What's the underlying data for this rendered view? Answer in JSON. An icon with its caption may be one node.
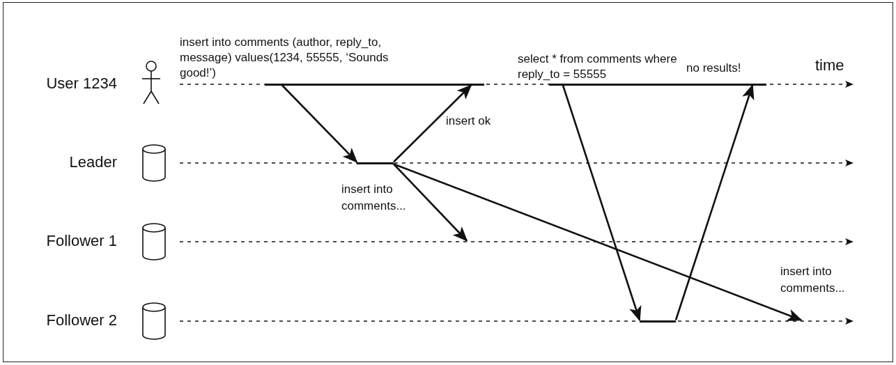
{
  "diagram": {
    "nodes": [
      {
        "text": [
          "User 1234"
        ]
      },
      {
        "text": [],
        "shape": "line",
        "beside": [
          "time"
        ]
      },
      {
        "text": [],
        "shape": "bar",
        "in": 1,
        "beside": [
          "insert into comments (author, reply_to, message) values(1234, 55555, ‘Sounds good!’)"
        ]
      },
      {
        "text": [],
        "shape": "bar",
        "in": 1,
        "beside": [
          "select * from comments where reply_to = 55555"
        ]
      },
      {
        "text": [
          "Leader"
        ]
      },
      {
        "text": [],
        "shape": "line"
      },
      {
        "text": [],
        "shape": "bar",
        "in": 5
      },
      {
        "text": [
          "Follower 1"
        ]
      },
      {
        "text": [],
        "shape": "line"
      },
      {
        "text": [
          "Follower 2"
        ]
      },
      {
        "text": [],
        "shape": "line"
      },
      {
        "text": [],
        "shape": "bar",
        "in": 10
      }
    ],
    "edges": [
      {
        "from": 2,
        "to": 6,
        "arrow": "to"
      },
      {
        "from": 6,
        "to": 2,
        "arrow": "to",
        "label": "insert ok"
      },
      {
        "from": 6,
        "to": 8,
        "arrow": "to",
        "label": "insert into comments..."
      },
      {
        "from": 6,
        "to": 10,
        "arrow": "to",
        "label": "insert into comments..."
      },
      {
        "from": 3,
        "to": 11,
        "arrow": "to"
      },
      {
        "from": 11,
        "to": 3,
        "arrow": "to",
        "label": "no results!"
      }
    ]
  }
}
